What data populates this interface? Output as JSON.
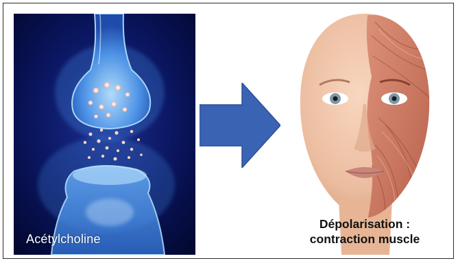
{
  "left_image": {
    "caption": "Acétylcholine"
  },
  "right_image": {
    "caption_line1": "Dépolarisation :",
    "caption_line2": "contraction muscle"
  },
  "colors": {
    "arrow": "#3a63b4",
    "synapse_background": "#050c3e",
    "neuron_glow": "#8fd0ff",
    "skin": "#f0c5aa",
    "muscle": "#c96b55"
  }
}
